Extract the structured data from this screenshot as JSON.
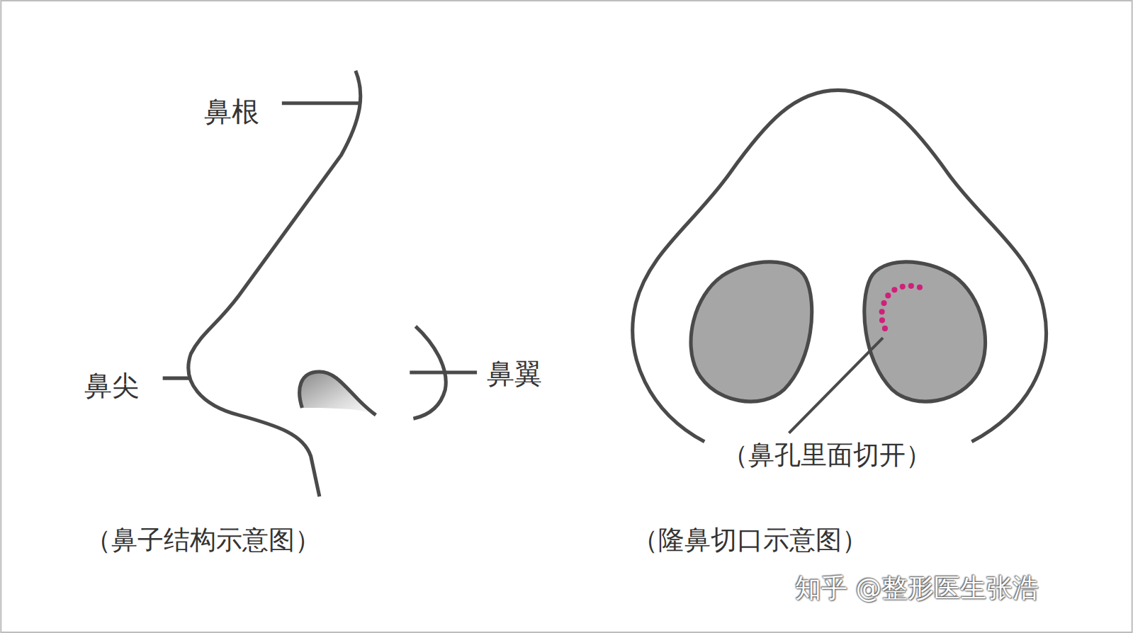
{
  "diagram": {
    "labels": [
      "鼻根",
      "鼻尖",
      "鼻翼",
      "（鼻子结构示意图）",
      "（鼻孔里面切开）",
      "（隆鼻切口示意图）",
      "知乎 @整形医生张浩"
    ]
  }
}
